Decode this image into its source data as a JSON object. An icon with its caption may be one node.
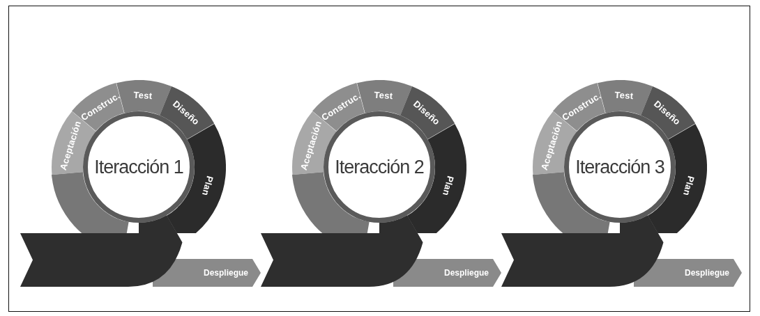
{
  "diagram": {
    "nodes": [
      {
        "text": [
          "Iteracción 1"
        ]
      },
      {
        "text": [
          "Plan"
        ]
      },
      {
        "text": [
          "Diseño"
        ]
      },
      {
        "text": [
          "Test"
        ]
      },
      {
        "text": [
          "Construc."
        ]
      },
      {
        "text": [
          "Aceptación"
        ]
      },
      {
        "text": [],
        "shape": "segment"
      },
      {
        "text": [
          "Despliegue"
        ]
      },
      {
        "text": [
          "Iteracción 2"
        ]
      },
      {
        "text": [
          "Plan"
        ]
      },
      {
        "text": [
          "Diseño"
        ]
      },
      {
        "text": [
          "Test"
        ]
      },
      {
        "text": [
          "Construc."
        ]
      },
      {
        "text": [
          "Aceptación"
        ]
      },
      {
        "text": [],
        "shape": "segment"
      },
      {
        "text": [
          "Despliegue"
        ]
      },
      {
        "text": [
          "Iteracción 3"
        ]
      },
      {
        "text": [
          "Plan"
        ]
      },
      {
        "text": [
          "Diseño"
        ]
      },
      {
        "text": [
          "Test"
        ]
      },
      {
        "text": [
          "Construc."
        ]
      },
      {
        "text": [
          "Aceptación"
        ]
      },
      {
        "text": [],
        "shape": "segment"
      },
      {
        "text": [
          "Despliegue"
        ]
      }
    ]
  }
}
